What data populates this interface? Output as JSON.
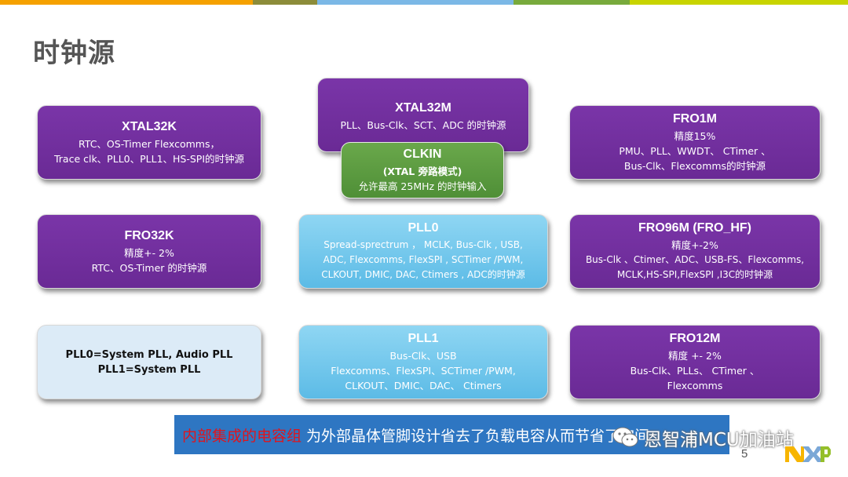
{
  "title": "时钟源",
  "colors": {
    "topbar": [
      "#f5a100",
      "#8c8c3a",
      "#7bb8e6",
      "#78aa3c",
      "#c8d400"
    ],
    "purple": "#6f2c9e",
    "blue": "#6fc7ec",
    "green": "#5a9b3f",
    "light": "#dcebf7",
    "banner_bg": "#2e76c2",
    "banner_red": "#e0141c"
  },
  "boxes": {
    "xtal32k": {
      "title": "XTAL32K",
      "lines": [
        "RTC、OS-Timer  Flexcomms，",
        "Trace clk、PLL0、PLL1、HS-SPI的时钟源"
      ]
    },
    "xtal32m": {
      "title": "XTAL32M",
      "lines": [
        "PLL、Bus-Clk、SCT、ADC 的时钟源"
      ]
    },
    "clkin": {
      "title": "CLKIN",
      "subtitle": "(XTAL 旁路模式)",
      "lines": [
        "允许最高 25MHz 的时钟输入"
      ]
    },
    "fro1m": {
      "title": "FRO1M",
      "lines": [
        "精度15%",
        "PMU、PLL、WWDT、 CTimer 、",
        "Bus-Clk、Flexcomms的时钟源"
      ]
    },
    "fro32k": {
      "title": "FRO32K",
      "lines": [
        "精度+- 2%",
        "RTC、OS-Timer 的时钟源"
      ]
    },
    "pll0": {
      "title": "PLL0",
      "lines": [
        "Spread-sprectrum ，  MCLK,  Bus-Clk , USB,",
        "ADC, Flexcomms, FlexSPI , SCTimer /PWM,",
        "CLKOUT, DMIC, DAC, Ctimers , ADC的时钟源"
      ]
    },
    "fro96m": {
      "title": "FRO96M (FRO_HF)",
      "lines": [
        "精度+-2%",
        "Bus-Clk 、Ctimer、ADC、USB-FS、Flexcomms,",
        "MCLK,HS-SPI,FlexSPI ,I3C的时钟源"
      ]
    },
    "pllnote": {
      "lines": [
        "PLL0=System PLL, Audio PLL",
        "PLL1=System PLL"
      ]
    },
    "pll1": {
      "title": "PLL1",
      "lines": [
        "Bus-Clk、USB",
        "Flexcomms、FlexSPI、SCTimer /PWM,",
        "CLKOUT、DMIC、DAC、 Ctimers"
      ]
    },
    "fro12m": {
      "title": "FRO12M",
      "lines": [
        "精度 +- 2%",
        "Bus-Clk、PLLs、 CTimer 、",
        "Flexcomms"
      ]
    }
  },
  "banner": {
    "red_text": "内部集成的电容组",
    "white_text": "为外部晶体管脚设计省去了负载电容从而节省了空间"
  },
  "watermark": {
    "icon": "wechat-icon",
    "text": "恩智浦MCU加油站"
  },
  "page_number": "5",
  "logo": "NXP"
}
